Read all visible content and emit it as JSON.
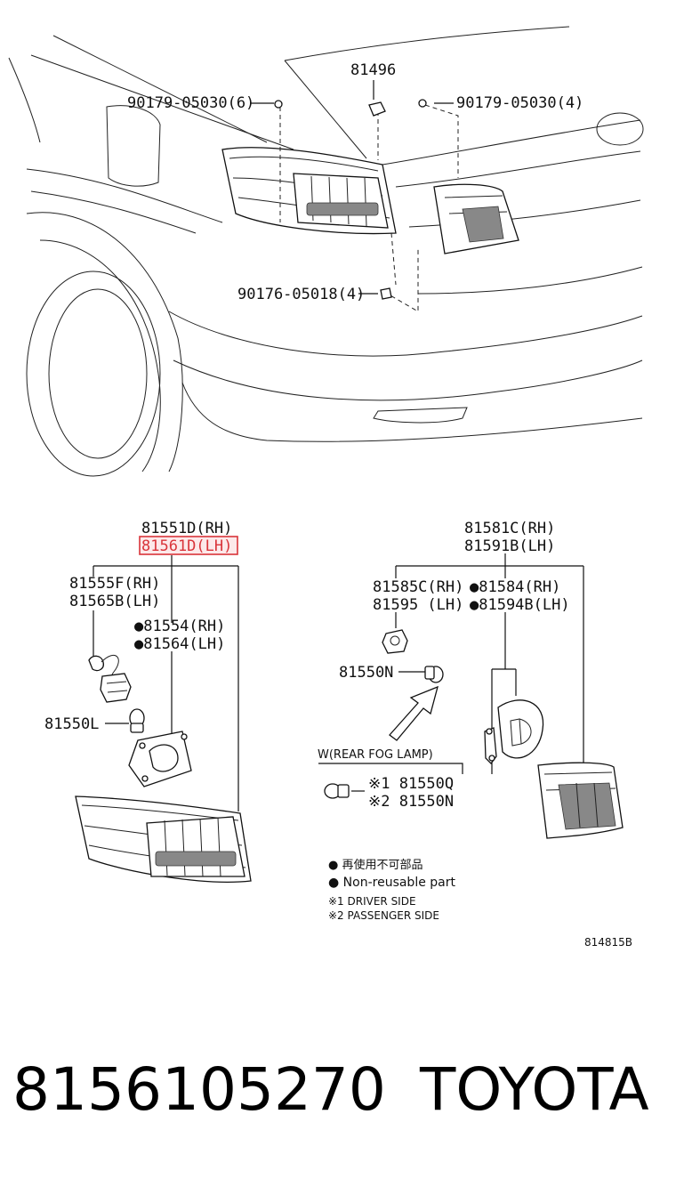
{
  "callouts": {
    "bolt_top": "81496",
    "screw_left": "90179-05030(6)",
    "screw_right": "90179-05030(4)",
    "nut_bottom": "90176-05018(4)",
    "lamp_rh": "81551D(RH)",
    "lamp_lh": "81561D(LH)",
    "socket_rh": "81555F(RH)",
    "socket_lh": "81565B(LH)",
    "gasket_rh": "●81554(RH)",
    "gasket_lh": "●81564(LH)",
    "bulb_l": "81550L",
    "back_lamp_rh": "81581C(RH)",
    "back_lamp_lh": "81591B(LH)",
    "back_socket_rh": "81585C(RH)",
    "back_socket_lh": "81595 (LH)",
    "back_gasket_rh": "●81584(RH)",
    "back_gasket_lh": "●81594B(LH)",
    "bulb_n": "81550N",
    "fog_title": "W(REAR FOG LAMP)",
    "fog_q": "※1 81550Q",
    "fog_n": "※2 81550N"
  },
  "legend": {
    "jp": "● 再使用不可部品",
    "en": "● Non-reusable part",
    "driver": "※1  DRIVER SIDE",
    "passenger": "※2  PASSENGER SIDE"
  },
  "diagram_code": "814815B",
  "footer": {
    "part_number": "8156105270",
    "brand": "TOYOTA"
  },
  "highlight_color": "#d9343a"
}
